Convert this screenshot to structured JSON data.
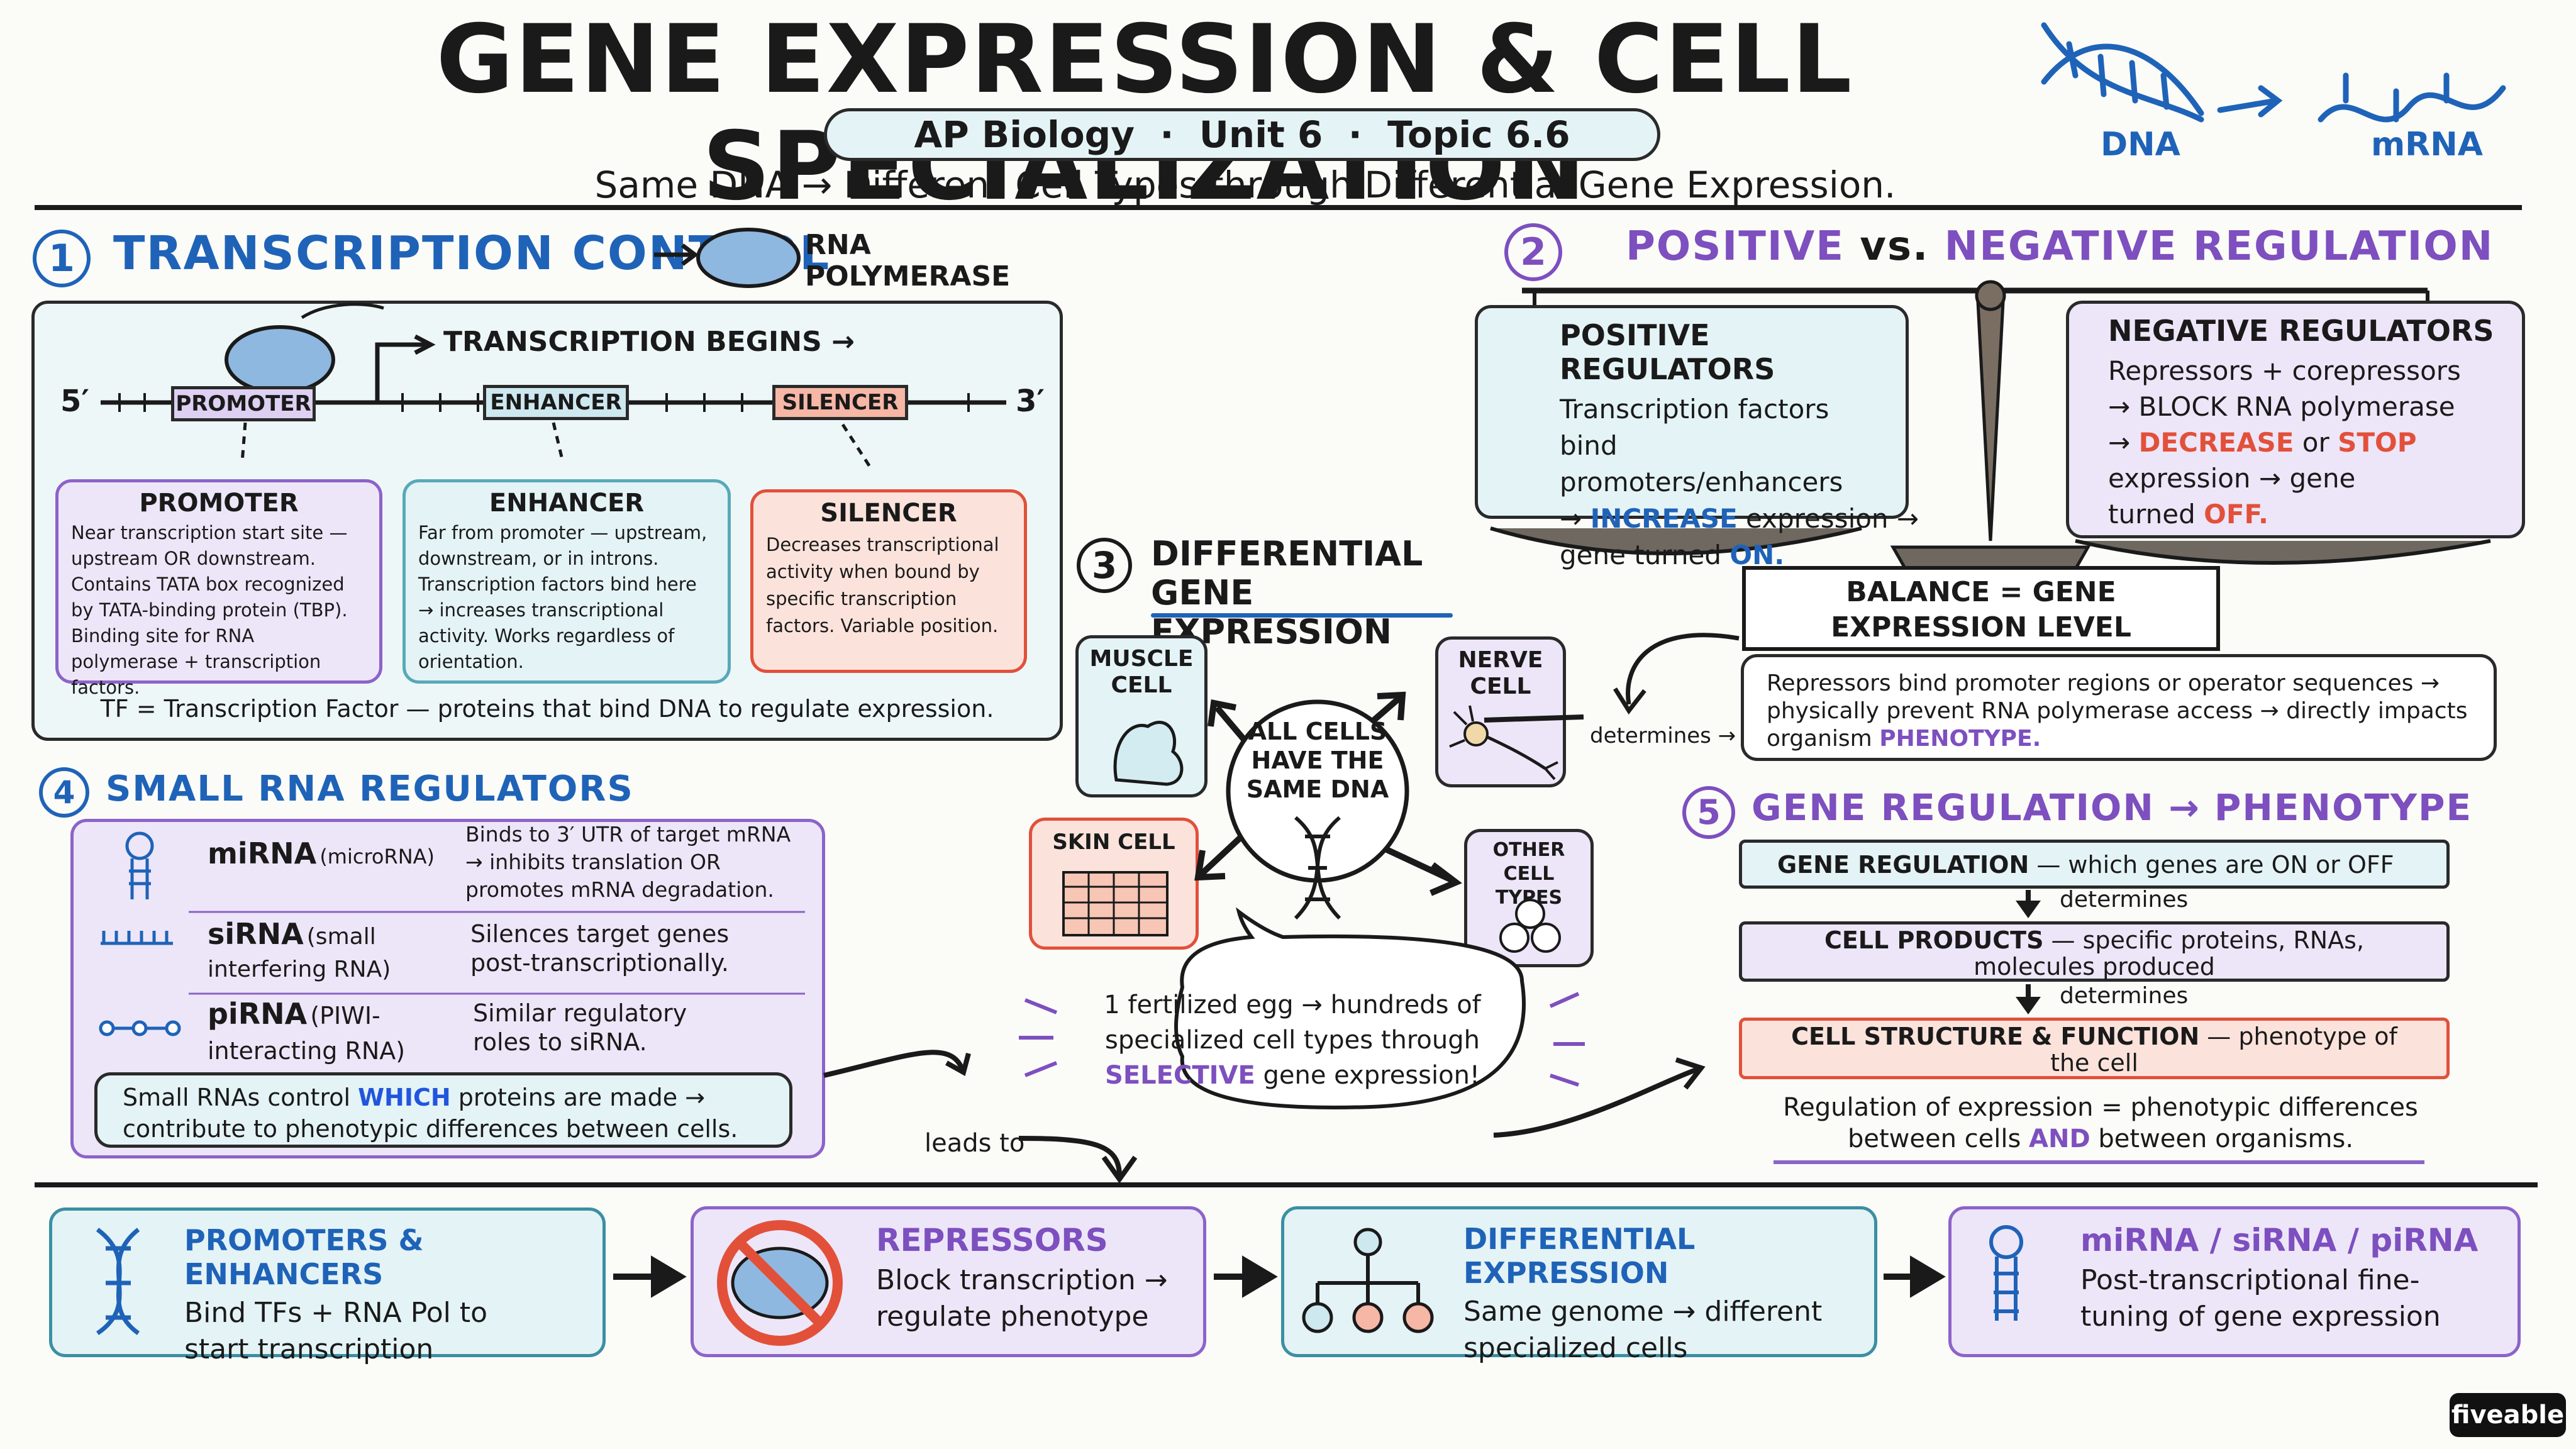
{
  "header": {
    "title": "GENE EXPRESSION & CELL SPECIALIZATION",
    "subtitle": "AP Biology  ·  Unit 6  ·  Topic 6.6",
    "tagline": "Same DNA → Different Cell Types through Differential Gene Expression.",
    "dna_label": "DNA",
    "mrna_label": "mRNA"
  },
  "section1": {
    "number": "1",
    "title": "TRANSCRIPTION CONTROL",
    "rnapol_label": "RNA POLYMERASE",
    "begins": "TRANSCRIPTION BEGINS →",
    "five": "5′",
    "three": "3′",
    "promoter_tag": "PROMOTER",
    "enhancer_tag": "ENHANCER",
    "silencer_tag": "SILENCER",
    "promoter_title": "PROMOTER",
    "promoter_text": "Near transcription start site — upstream OR downstream. Contains TATA box recognized by TATA-binding protein (TBP). Binding site for RNA polymerase + transcription factors.",
    "enhancer_title": "ENHANCER",
    "enhancer_text": "Far from promoter — upstream, downstream, or in introns. Transcription factors bind here → increases transcriptional activity. Works regardless of orientation.",
    "silencer_title": "SILENCER",
    "silencer_text": "Decreases transcriptional activity when bound by specific transcription factors. Variable position.",
    "footnote": "TF = Transcription Factor — proteins that bind DNA to regulate expression."
  },
  "section2": {
    "number": "2",
    "title_positive": "POSITIVE",
    "title_vs": "vs.",
    "title_negative": "NEGATIVE REGULATION",
    "pos_title": "POSITIVE REGULATORS",
    "pos_line1": "Transcription factors",
    "pos_line2": "bind promoters/enhancers",
    "pos_line3a": "→",
    "pos_line3b": "INCREASE",
    "pos_line3c": "expression →",
    "pos_line4a": "gene turned",
    "pos_line4b": "ON.",
    "neg_title": "NEGATIVE REGULATORS",
    "neg_line1": "Repressors + corepressors",
    "neg_line2": "→ BLOCK RNA polymerase",
    "neg_line3a": "→",
    "neg_line3b": "DECREASE",
    "neg_line3c": "or",
    "neg_line3d": "STOP",
    "neg_line4": "expression → gene",
    "neg_line5a": "turned",
    "neg_line5b": "OFF.",
    "balance": "BALANCE = GENE EXPRESSION LEVEL",
    "determines": "determines →",
    "note_a": "Repressors bind promoter regions or operator sequences → physically prevent RNA polymerase access → directly impacts organism",
    "note_b": "PHENOTYPE."
  },
  "section3": {
    "number": "3",
    "title": "DIFFERENTIAL GENE EXPRESSION",
    "center": "ALL CELLS HAVE THE SAME DNA",
    "muscle": "MUSCLE CELL",
    "nerve": "NERVE CELL",
    "skin": "SKIN CELL",
    "other": "OTHER CELL TYPES",
    "bubble_a": "1 fertilized egg → hundreds of specialized cell types through",
    "bubble_b": "SELECTIVE",
    "bubble_c": "gene expression!"
  },
  "section4": {
    "number": "4",
    "title": "SMALL RNA REGULATORS",
    "mirna_name": "miRNA",
    "mirna_full": "(microRNA)",
    "mirna_desc": "Binds to 3′ UTR of target mRNA → inhibits translation OR promotes mRNA degradation.",
    "sirna_name": "siRNA",
    "sirna_full": "(small interfering RNA)",
    "sirna_desc": "Silences target genes post-transcriptionally.",
    "pirna_name": "piRNA",
    "pirna_full": "(PIWI-interacting RNA)",
    "pirna_desc": "Similar regulatory roles to siRNA.",
    "summary_a": "Small RNAs control",
    "summary_b": "WHICH",
    "summary_c": "proteins are made → contribute to phenotypic differences between cells.",
    "leads_to": "leads to"
  },
  "section5": {
    "number": "5",
    "title": "GENE REGULATION → PHENOTYPE",
    "step1a": "GENE REGULATION",
    "step1b": "— which genes are ON or OFF",
    "det1": "determines",
    "step2a": "CELL PRODUCTS",
    "step2b": "— specific proteins, RNAs, molecules produced",
    "det2": "determines",
    "step3a": "CELL STRUCTURE & FUNCTION",
    "step3b": "— phenotype of the cell",
    "footer_a": "Regulation of expression = phenotypic differences between cells",
    "footer_b": "AND",
    "footer_c": "between organisms."
  },
  "bottom": [
    {
      "title": "PROMOTERS & ENHANCERS",
      "text": "Bind TFs + RNA Pol to start transcription"
    },
    {
      "title": "REPRESSORS",
      "text": "Block transcription → regulate phenotype"
    },
    {
      "title": "DIFFERENTIAL EXPRESSION",
      "text": "Same genome → different specialized cells"
    },
    {
      "title": "miRNA / siRNA / piRNA",
      "text": "Post-transcriptional fine-tuning of gene expression"
    }
  ],
  "brand": "fiveable",
  "colors": {
    "blue": "#1f63b8",
    "purple": "#7d4fbf",
    "red": "#e2503a",
    "teal_fill": "#e4f3f6",
    "purple_fill": "#ede6f8",
    "red_fill": "#fbe3dc"
  }
}
